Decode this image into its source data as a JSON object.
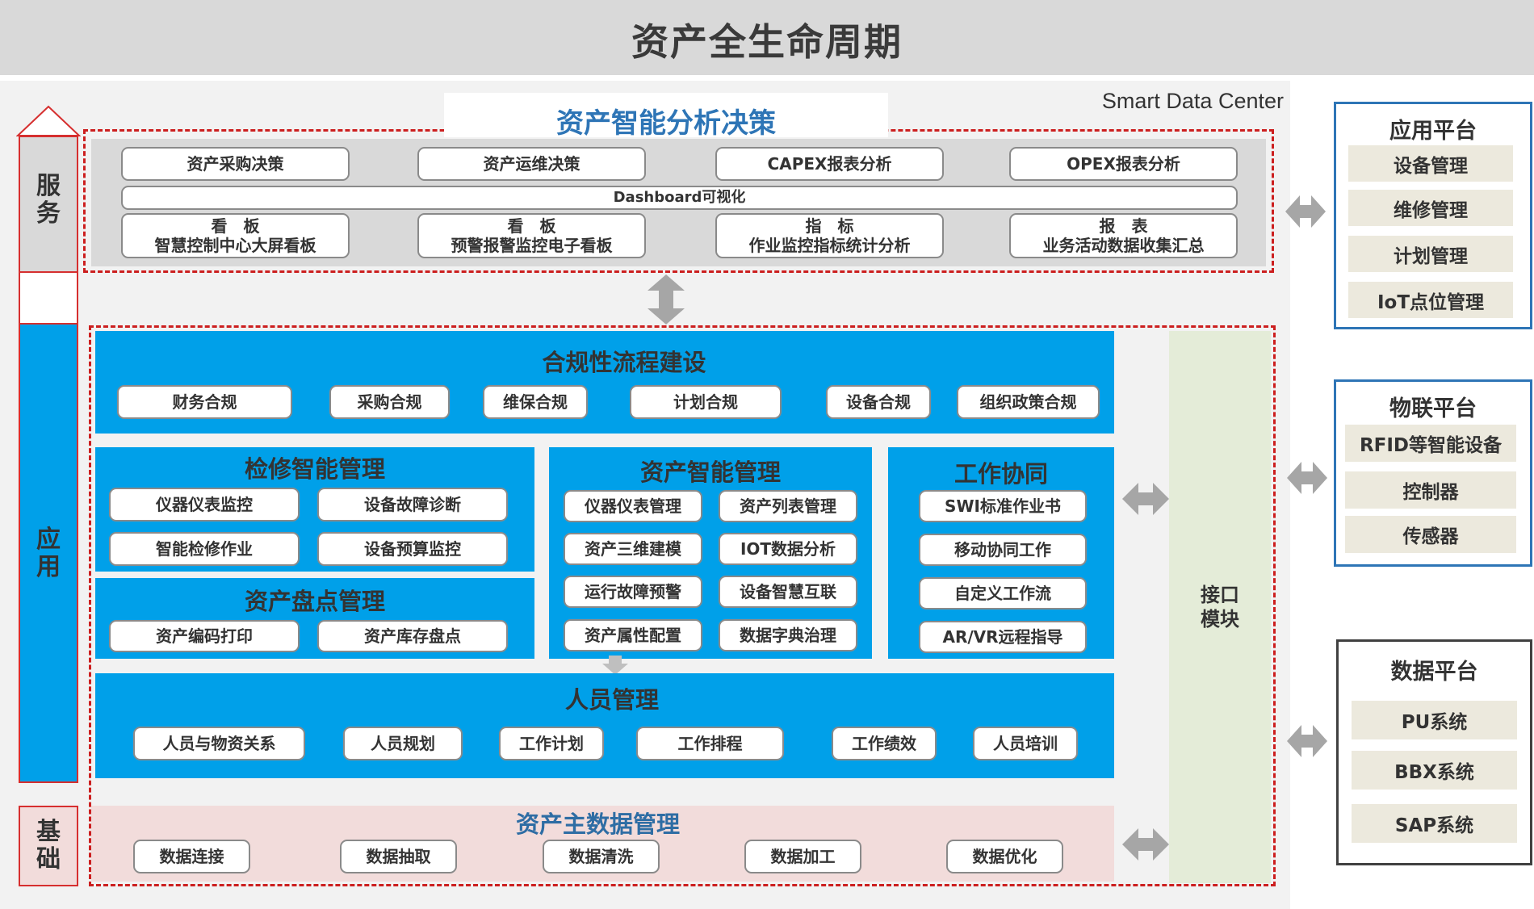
{
  "page_title": "资产全生命周期",
  "smart_data_center": "Smart Data Center",
  "sidebar": {
    "service": "服务",
    "application": "应用",
    "foundation": "基础"
  },
  "decision": {
    "title": "资产智能分析决策",
    "row1": [
      "资产采购决策",
      "资产运维决策",
      "CAPEX报表分析",
      "OPEX报表分析"
    ],
    "dashboard": "Dashboard可视化",
    "row3": [
      {
        "head": "看　板",
        "sub": "智慧控制中心大屏看板"
      },
      {
        "head": "看　板",
        "sub": "预警报警监控电子看板"
      },
      {
        "head": "指　标",
        "sub": "作业监控指标统计分析"
      },
      {
        "head": "报　表",
        "sub": "业务活动数据收集汇总"
      }
    ]
  },
  "compliance": {
    "title": "合规性流程建设",
    "items": [
      "财务合规",
      "采购合规",
      "维保合规",
      "计划合规",
      "设备合规",
      "组织政策合规"
    ]
  },
  "maintenance": {
    "title": "检修智能管理",
    "items": [
      "仪器仪表监控",
      "设备故障诊断",
      "智能检修作业",
      "设备预算监控"
    ]
  },
  "inventory": {
    "title": "资产盘点管理",
    "items": [
      "资产编码打印",
      "资产库存盘点"
    ]
  },
  "asset_intel": {
    "title": "资产智能管理",
    "items": [
      "仪器仪表管理",
      "资产列表管理",
      "资产三维建模",
      "IOT数据分析",
      "运行故障预警",
      "设备智慧互联",
      "资产属性配置",
      "数据字典治理"
    ]
  },
  "collab": {
    "title": "工作协同",
    "items": [
      "SWI标准作业书",
      "移动协同工作",
      "自定义工作流",
      "AR/VR远程指导"
    ]
  },
  "personnel": {
    "title": "人员管理",
    "items": [
      "人员与物资关系",
      "人员规划",
      "工作计划",
      "工作排程",
      "工作绩效",
      "人员培训"
    ]
  },
  "master_data": {
    "title": "资产主数据管理",
    "items": [
      "数据连接",
      "数据抽取",
      "数据清洗",
      "数据加工",
      "数据优化"
    ]
  },
  "interface_module": {
    "line1": "接口",
    "line2": "模块"
  },
  "platforms": {
    "app": {
      "title": "应用平台",
      "items": [
        "设备管理",
        "维修管理",
        "计划管理",
        "IoT点位管理"
      ]
    },
    "iot": {
      "title": "物联平台",
      "items": [
        "RFID等智能设备",
        "控制器",
        "传感器"
      ]
    },
    "data": {
      "title": "数据平台",
      "items": [
        "PU系统",
        "BBX系统",
        "SAP系统"
      ]
    }
  },
  "colors": {
    "accent_blue": "#00a0e9",
    "dash_red": "#cc1f1f",
    "title_blue": "#2e75b6",
    "interface_green": "#e4ecd8",
    "master_pink": "#f2dcdb",
    "arrow_gray": "#a6a6a6"
  }
}
